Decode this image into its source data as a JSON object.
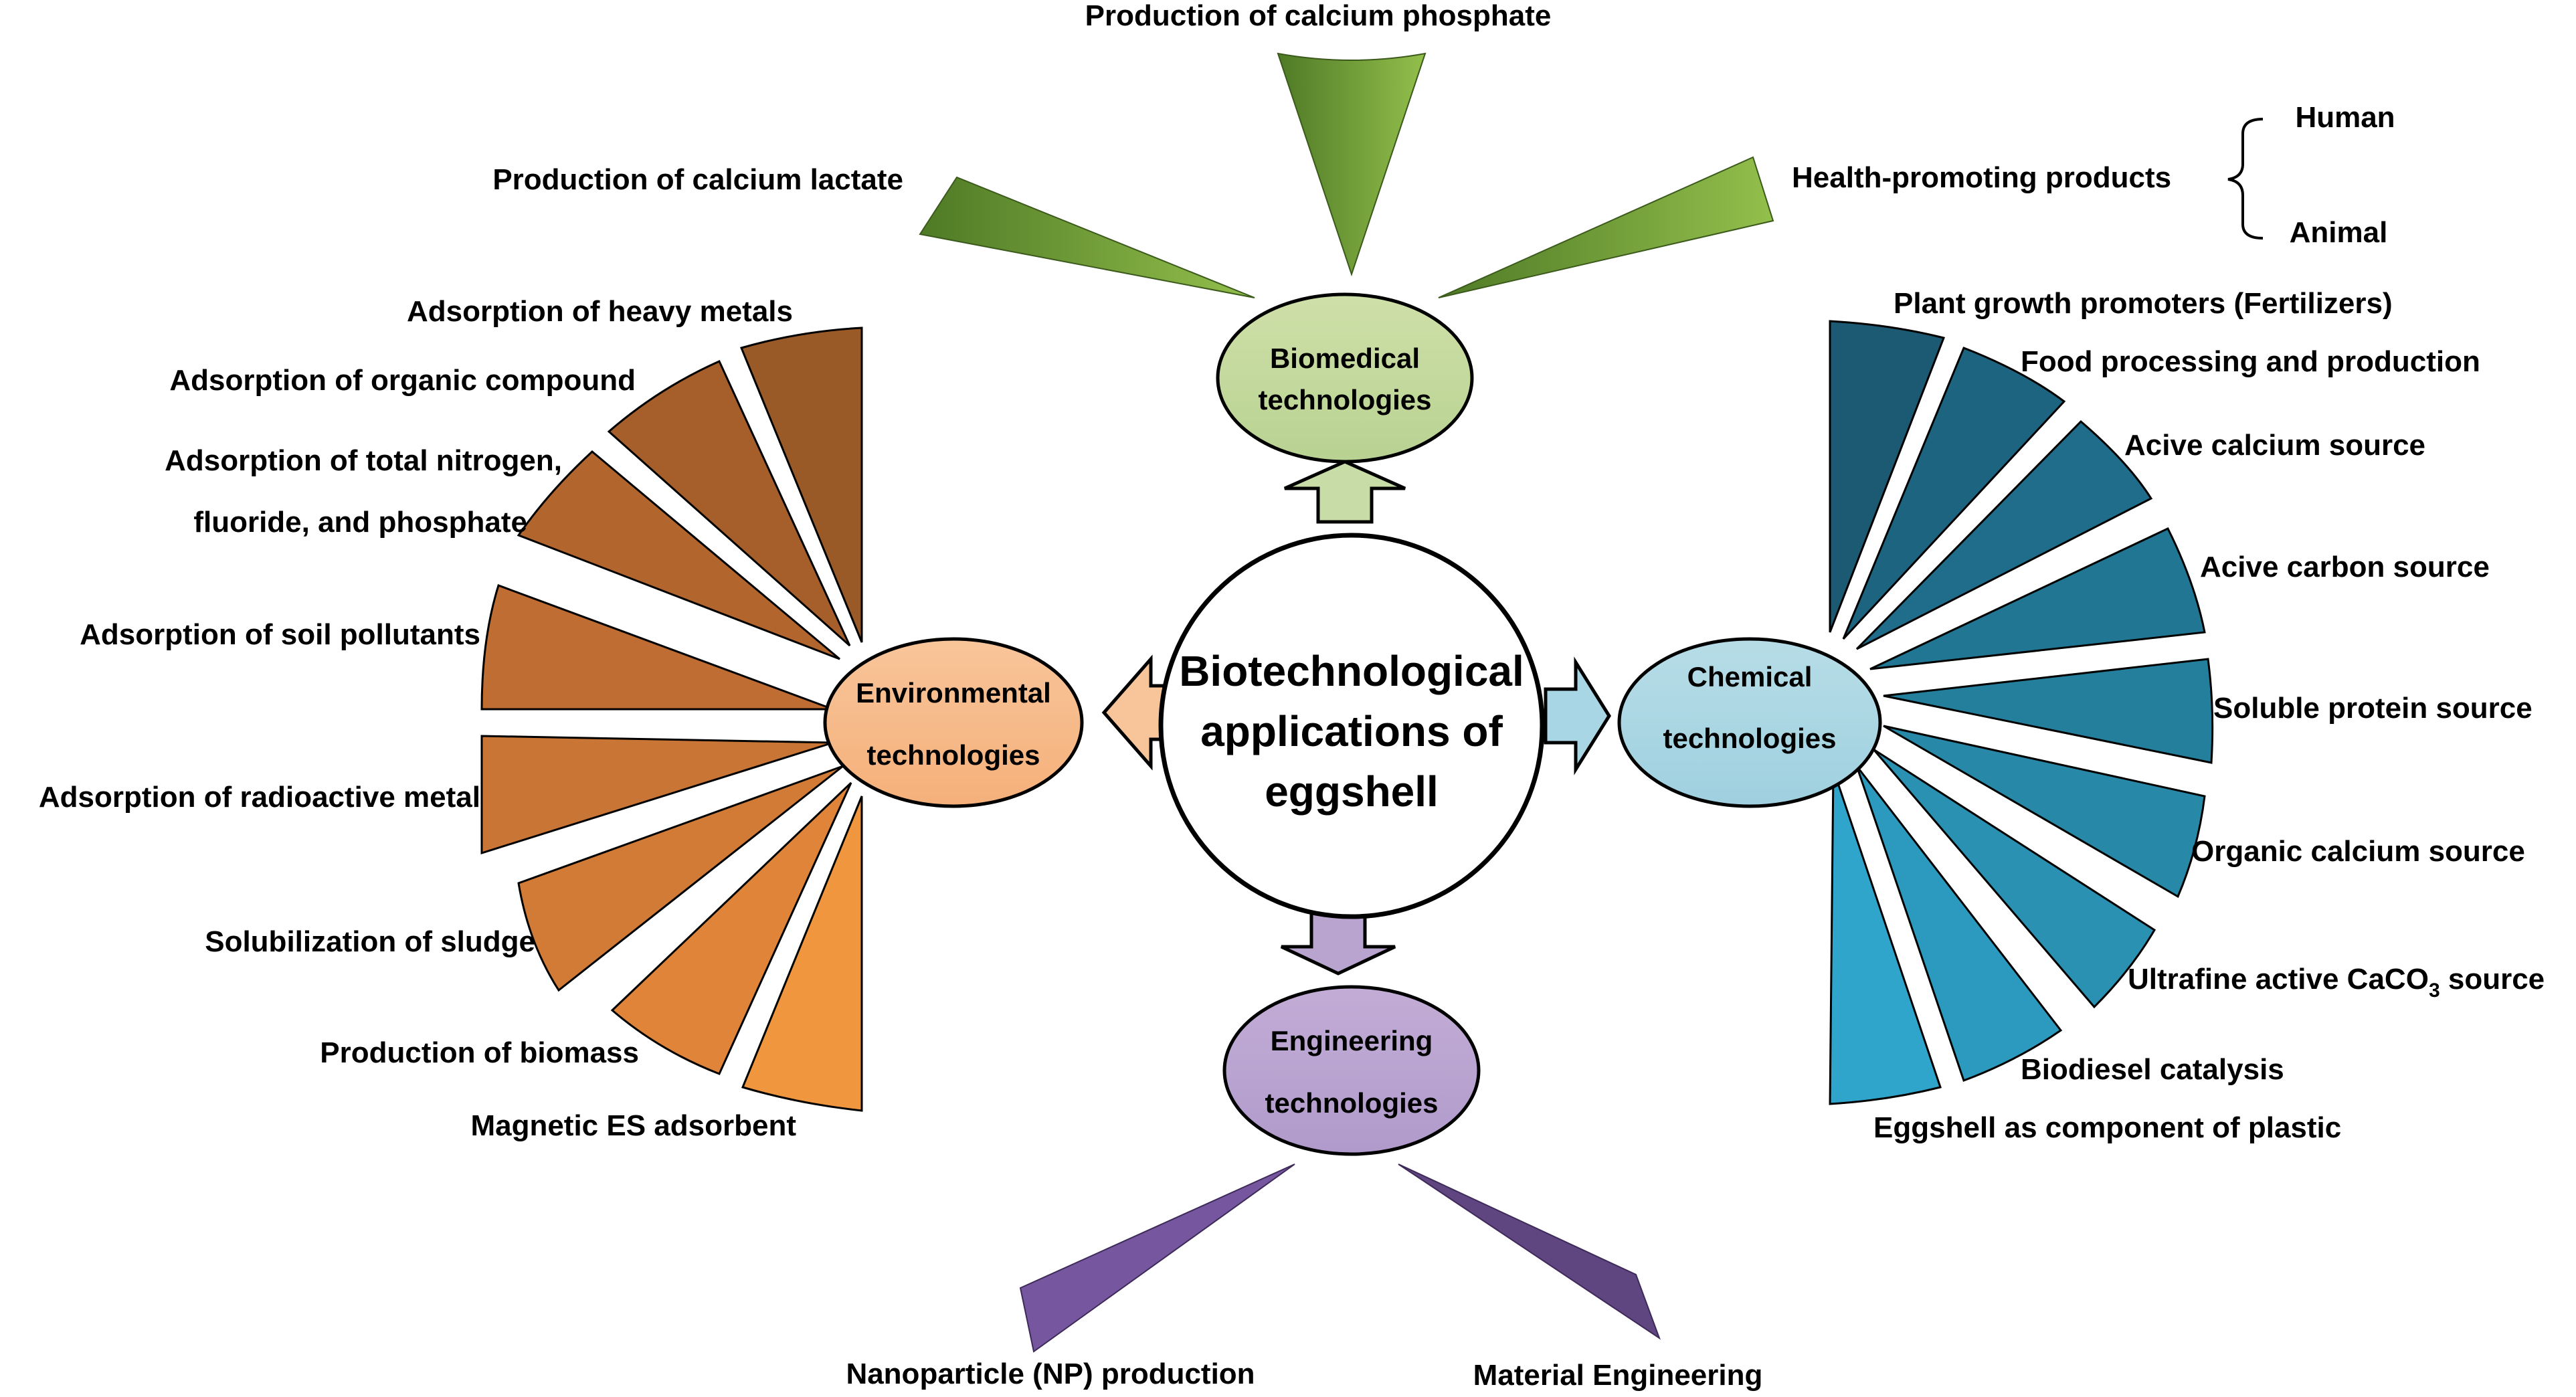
{
  "center": {
    "lines": [
      "Biotechnological",
      "applications of",
      "eggshell"
    ]
  },
  "branches": {
    "biomedical": {
      "lines": [
        "Biomedical",
        "technologies"
      ],
      "color_start": "#cfe0a8",
      "color_end": "#b8d292",
      "stroke": "#000000",
      "fan_dark": "#4f7a26",
      "fan_light": "#93bf4c",
      "items": [
        "Production of calcium lactate",
        "Production of calcium phosphate",
        "Health-promoting products"
      ],
      "sub_items": [
        "Human",
        "Animal"
      ]
    },
    "environmental": {
      "lines": [
        "Environmental",
        "technologies"
      ],
      "color_start": "#f8c59a",
      "color_end": "#f5b07a",
      "stroke": "#000000",
      "fan_dark": "#9a5a27",
      "fan_light": "#f0963f",
      "items": [
        "Adsorption of heavy metals",
        "Adsorption of organic compound",
        "Adsorption of total nitrogen,",
        "fluoride, and phosphate",
        "Adsorption of soil pollutants",
        "Adsorption of radioactive metal",
        "Solubilization of sludge",
        "Production of biomass",
        "Magnetic ES adsorbent"
      ]
    },
    "chemical": {
      "lines": [
        "Chemical",
        "technologies"
      ],
      "color_start": "#b7dde7",
      "color_end": "#9fd0df",
      "stroke": "#000000",
      "fan_dark": "#1b5a72",
      "fan_light": "#2fa5cc",
      "items": [
        "Plant growth promoters (Fertilizers)",
        "Food processing and production",
        "Acive calcium source",
        "Acive carbon source",
        "Soluble protein source",
        "Organic calcium source",
        "Ultrafine active CaCO",
        "3",
        " source",
        "Biodiesel catalysis",
        "Eggshell as component of plastic"
      ]
    },
    "engineering": {
      "lines": [
        "Engineering",
        "technologies"
      ],
      "color_start": "#c3add6",
      "color_end": "#b09acb",
      "stroke": "#000000",
      "fan_dark": "#5e4680",
      "fan_light": "#7a5da5",
      "items": [
        "Nanoparticle (NP) production",
        "Material Engineering"
      ]
    }
  },
  "arrow_colors": {
    "up": "#c8dca8",
    "left": "#f8c59a",
    "right": "#a8d6e4",
    "down": "#b9a3cf"
  }
}
